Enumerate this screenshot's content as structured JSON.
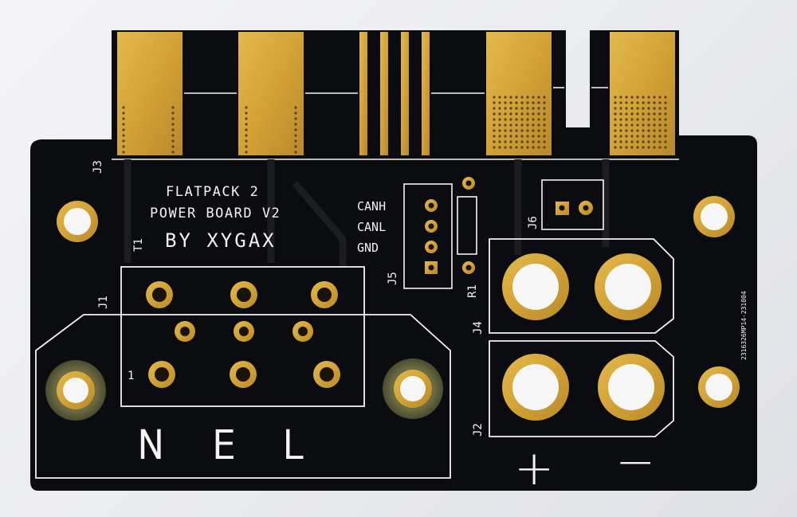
{
  "board": {
    "title_line1": "FLATPACK 2",
    "title_line2": "POWER BOARD V2",
    "author": "BY XYGAX",
    "brand": "NEL",
    "plus_symbol": "+",
    "minus_symbol": "−",
    "batch_code": "2316326MP14-231004"
  },
  "signals": [
    "CANH",
    "CANL",
    "GND"
  ],
  "designators": {
    "j1": "J1",
    "j2": "J2",
    "j3": "J3",
    "j4": "J4",
    "j5": "J5",
    "j6": "J6",
    "r1": "R1",
    "t1": "T1",
    "pin1": "1"
  },
  "colors": {
    "solder_mask": "#0b0c0f",
    "gold": "#d5a73a",
    "silkscreen": "#f3f3f3",
    "background": "#ececef"
  }
}
